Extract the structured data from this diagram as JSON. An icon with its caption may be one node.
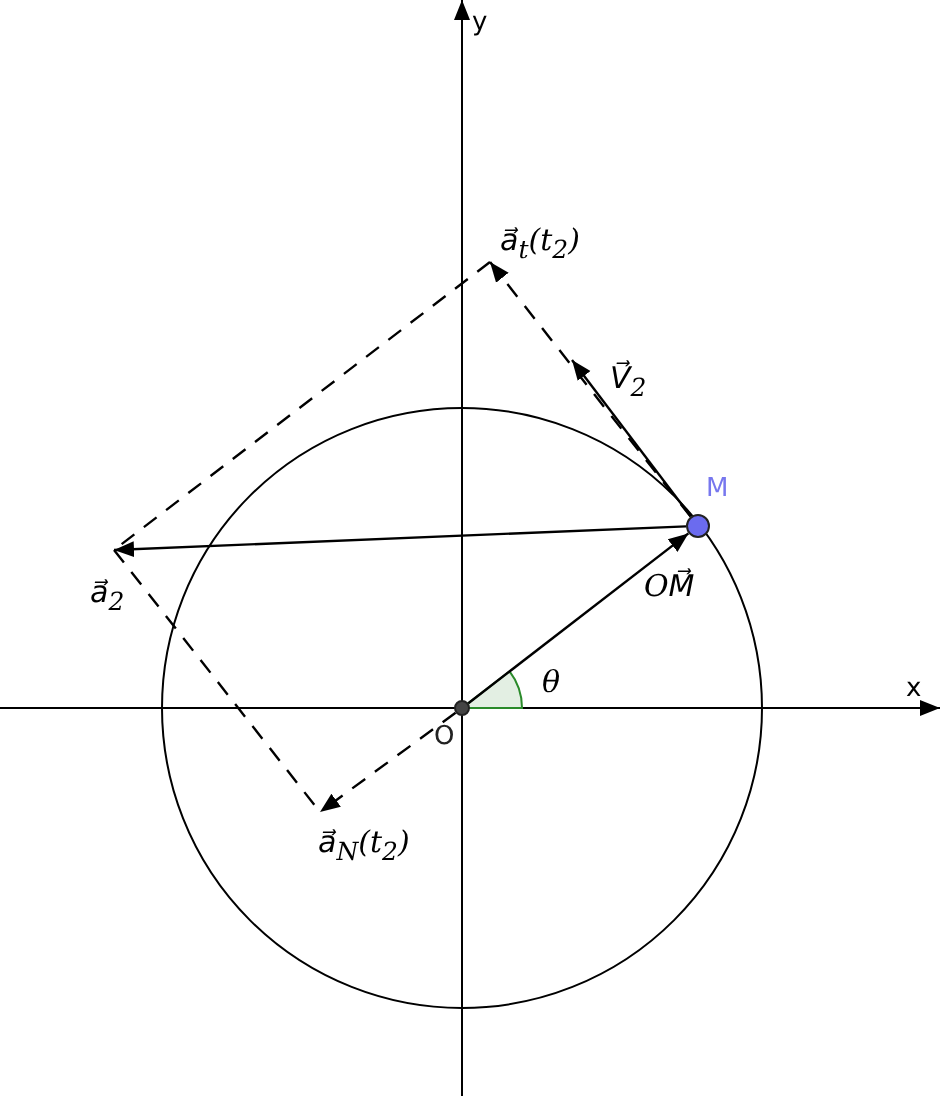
{
  "diagram": {
    "nodes": [
      {
        "text": [],
        "shape": "circle",
        "beside": [
          "O"
        ]
      },
      {
        "text": [],
        "shape": "circle",
        "beside": [
          "M"
        ]
      },
      {
        "text": [
          "a⃗$_{t}$(t$_{2}$)"
        ]
      },
      {
        "text": [
          "V⃗$_{2}$"
        ]
      },
      {
        "text": [
          "a⃗$_{2}$"
        ]
      },
      {
        "text": [
          "a⃗$_{N}$(t$_{2}$)"
        ]
      }
    ],
    "edges": [
      {
        "from": 0,
        "to": 1,
        "arrow": "to",
        "label": "OM⃗"
      },
      {
        "from": 1,
        "to": 4,
        "arrow": "to"
      },
      {
        "from": 1,
        "to": 3,
        "arrow": "to"
      },
      {
        "from": 1,
        "to": 2,
        "arrow": "to",
        "style": "dashed"
      },
      {
        "from": 0,
        "to": 5,
        "arrow": "to",
        "style": "dashed"
      },
      {
        "from": 2,
        "to": 4,
        "arrow": "none",
        "style": "dashed"
      },
      {
        "from": 4,
        "to": 5,
        "arrow": "none",
        "style": "dashed"
      }
    ],
    "labels": [
      "y",
      "θ",
      "x"
    ]
  }
}
